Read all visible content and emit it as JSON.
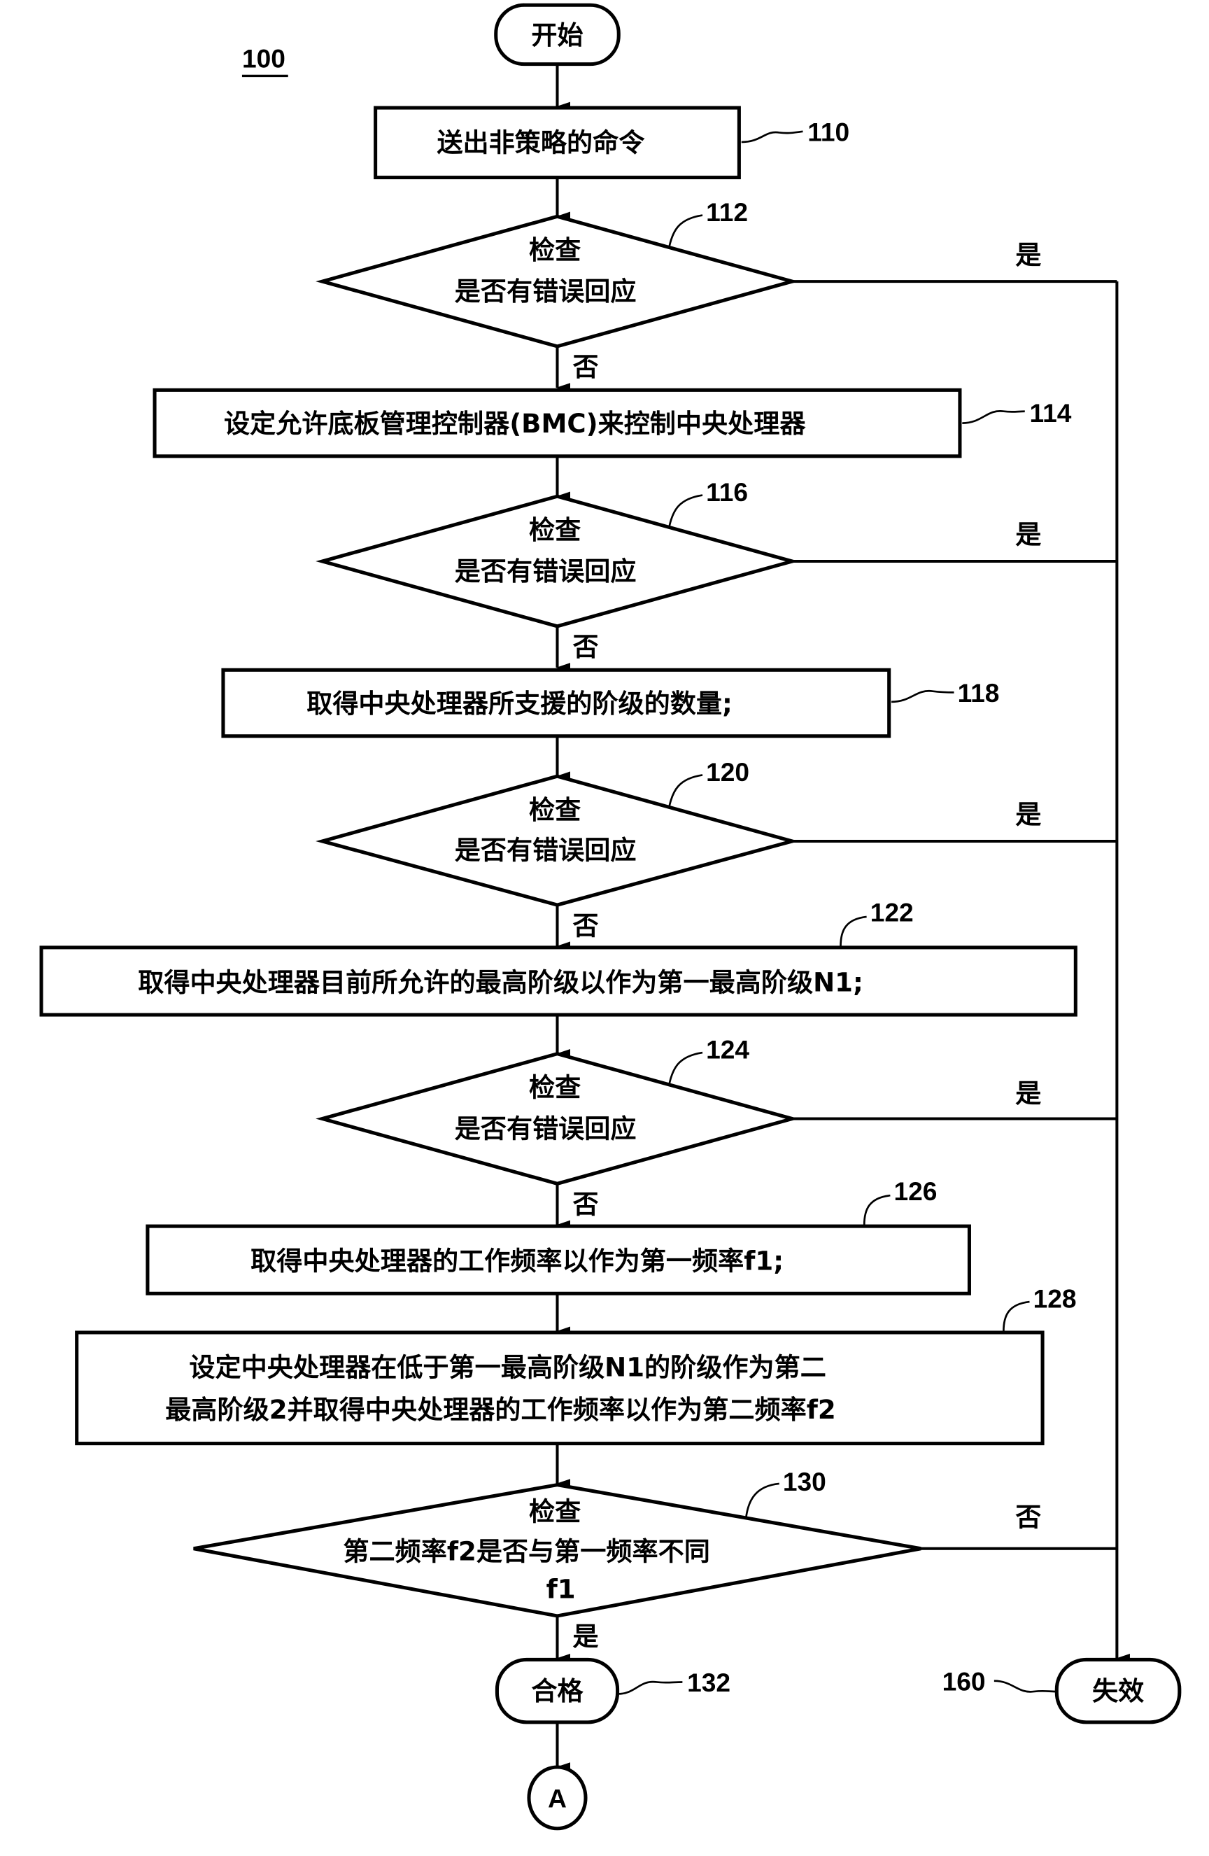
{
  "figure_ref": "100",
  "start": {
    "label": "开始"
  },
  "end_pass": {
    "label": "合格",
    "ref": "132"
  },
  "end_fail": {
    "label": "失效",
    "ref": "160"
  },
  "connector": {
    "label": "A"
  },
  "steps": [
    {
      "ref": "110",
      "lines": [
        "送出非策略的命令"
      ]
    },
    {
      "ref": "114",
      "lines": [
        "设定允许底板管理控制器(BMC)来控制中央处理器"
      ]
    },
    {
      "ref": "118",
      "lines": [
        "取得中央处理器所支援的阶级的数量;"
      ]
    },
    {
      "ref": "122",
      "lines": [
        "取得中央处理器目前所允许的最高阶级以作为第一最高阶级N1;"
      ]
    },
    {
      "ref": "126",
      "lines": [
        "取得中央处理器的工作频率以作为第一频率f1;"
      ]
    },
    {
      "ref": "128",
      "lines": [
        "设定中央处理器在低于第一最高阶级N1的阶级作为第二",
        "最高阶级2并取得中央处理器的工作频率以作为第二频率f2"
      ]
    }
  ],
  "decisions": [
    {
      "ref": "112",
      "lines": [
        "检查",
        "是否有错误回应"
      ],
      "down_label": "否",
      "right_label": "是"
    },
    {
      "ref": "116",
      "lines": [
        "检查",
        "是否有错误回应"
      ],
      "down_label": "否",
      "right_label": "是"
    },
    {
      "ref": "120",
      "lines": [
        "检查",
        "是否有错误回应"
      ],
      "down_label": "否",
      "right_label": "是"
    },
    {
      "ref": "124",
      "lines": [
        "检查",
        "是否有错误回应"
      ],
      "down_label": "否",
      "right_label": "是"
    },
    {
      "ref": "130",
      "lines": [
        "检查",
        "第二频率f2是否与第一频率不同",
        "f1"
      ],
      "down_label": "是",
      "right_label": "否"
    }
  ]
}
